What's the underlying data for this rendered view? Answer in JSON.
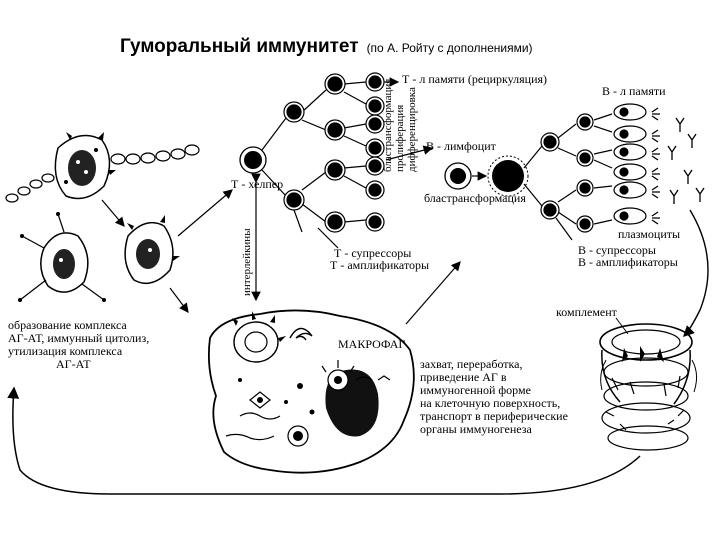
{
  "title": {
    "main": "Гуморальный иммунитет",
    "sub": "(по А. Ройту с дополнениями)"
  },
  "labels": {
    "t_memory": "Т - л памяти (рециркуляция)",
    "b_memory": "В - л памяти",
    "t_helper": "Т - хелпер",
    "b_lymphocyte": "В - лимфоцит",
    "blast_transformation": "бластрансформация",
    "plasmocytes": "плазмоциты",
    "t_suppressors": "Т - супрессоры",
    "t_amplifiers": "Т - амплификаторы",
    "b_suppressors": "В - супрессоры",
    "b_amplifiers": "В - амплификаторы",
    "macrophage": "МАКРОФАГ",
    "complement": "комплемент",
    "interleukins": "интерлейкины",
    "vertical_process": [
      "бластрансформация",
      "пролиферация",
      "дифференцировка"
    ],
    "complex_formation": [
      "образование комплекса",
      "АГ-АТ, иммунный цитолиз,",
      "утилизация комплекса",
      "АГ-АТ"
    ],
    "capture": [
      "захват, переработка,",
      "приведение АГ в",
      "иммуногенной форме",
      "на клеточную поверхность,",
      "транспорт в периферические",
      "органы иммуногенеза"
    ]
  }
}
